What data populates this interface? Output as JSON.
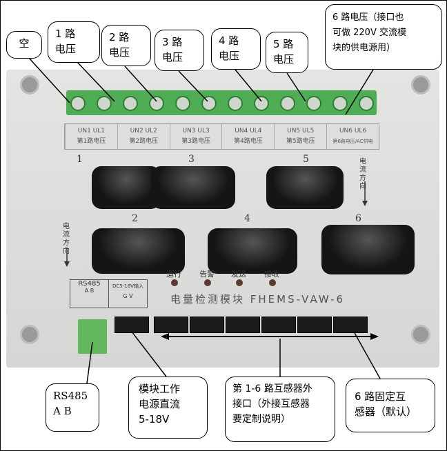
{
  "callouts": {
    "empty": "空",
    "v1": [
      "1 路",
      "电压"
    ],
    "v2": [
      "2 路",
      "电压"
    ],
    "v3": [
      "3 路",
      "电压"
    ],
    "v4": [
      "4 路",
      "电压"
    ],
    "v5": [
      "5 路",
      "电压"
    ],
    "v6": [
      "6 路电压（接口也",
      "可做 220V 交流模",
      "块的供电源用）"
    ],
    "rs485": [
      "RS485",
      "A  B"
    ],
    "power": [
      "模块工作",
      "电源直流",
      "5-18V"
    ],
    "ct_ext": [
      "第 1-6 路互感器外",
      "接口（外接互感器",
      "要定制说明）"
    ],
    "ct_fixed": [
      "6 路固定互",
      "感器（默认）"
    ]
  },
  "terminal_labels": [
    {
      "top": "UN1  UL1",
      "bottom": "第1路电压"
    },
    {
      "top": "UN2  UL2",
      "bottom": "第2路电压"
    },
    {
      "top": "UN3  UL3",
      "bottom": "第3路电压"
    },
    {
      "top": "UN4  UL4",
      "bottom": "第4路电压"
    },
    {
      "top": "UN5  UL5",
      "bottom": "第5路电压"
    },
    {
      "top": "UN6  UL6",
      "bottom": "第6路电压/AC供电"
    }
  ],
  "ct_numbers": [
    "1",
    "2",
    "3",
    "4",
    "5",
    "6"
  ],
  "current_direction": "电流方向",
  "leds": [
    "运行",
    "告警",
    "发送",
    "接收"
  ],
  "rs485_box": {
    "title": "RS485",
    "pins": "A   B"
  },
  "dc_box": {
    "title": "DC5-18V输入",
    "pins": "G    V"
  },
  "device_name": "电量检测模块  FHEMS-VAW-6"
}
